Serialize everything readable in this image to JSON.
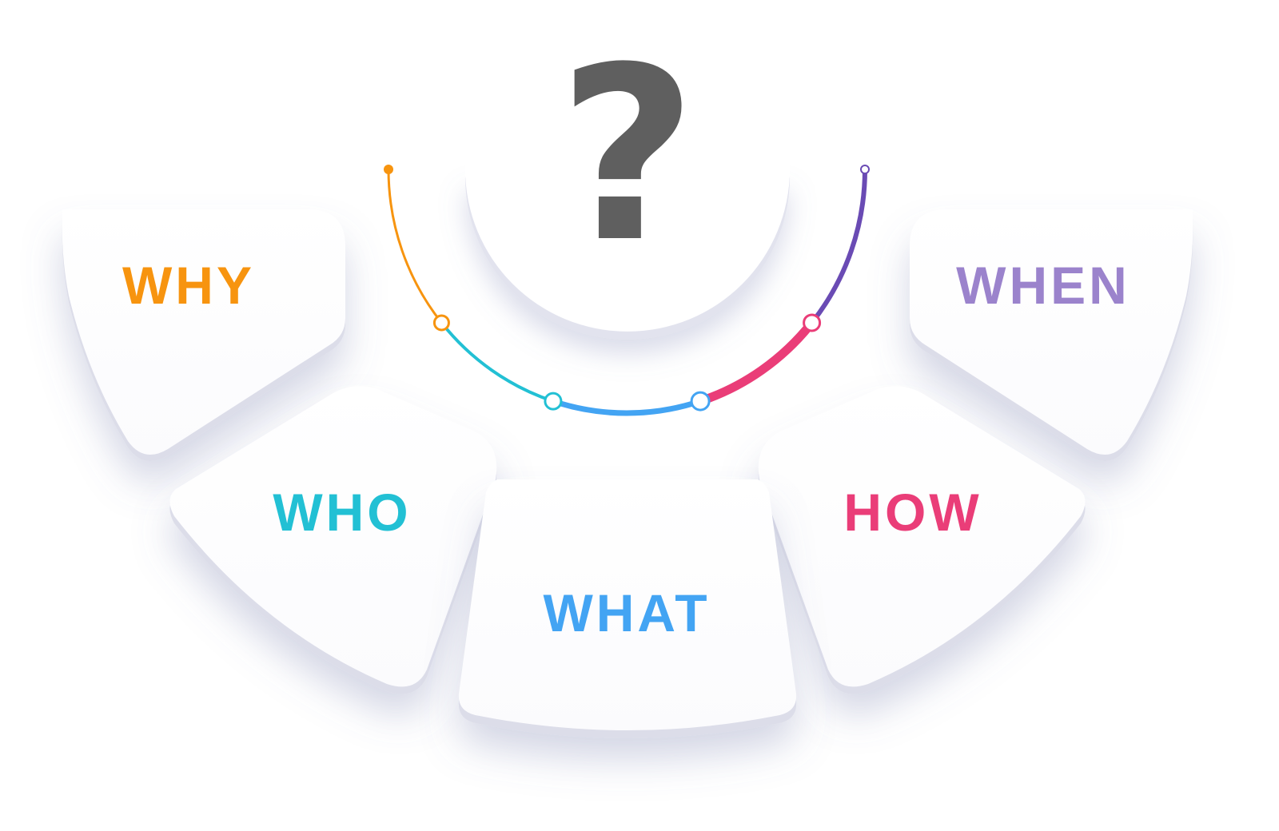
{
  "center": {
    "symbol": "?",
    "symbol_color": "#5f5f5f"
  },
  "segments": [
    {
      "id": "why",
      "label": "WHY",
      "color": "#f7940f"
    },
    {
      "id": "who",
      "label": "WHO",
      "color": "#22c0d4"
    },
    {
      "id": "what",
      "label": "WHAT",
      "color": "#43a4f3"
    },
    {
      "id": "how",
      "label": "HOW",
      "color": "#ea3d78"
    },
    {
      "id": "when",
      "label": "WHEN",
      "color": "#9b83cc"
    }
  ],
  "arc": {
    "segments": [
      {
        "id": "why",
        "color": "#f7940f"
      },
      {
        "id": "who",
        "color": "#22c0d4"
      },
      {
        "id": "what",
        "color": "#43a4f3"
      },
      {
        "id": "how",
        "color": "#ea3d78"
      },
      {
        "id": "when",
        "color": "#6a4bb4"
      }
    ]
  }
}
